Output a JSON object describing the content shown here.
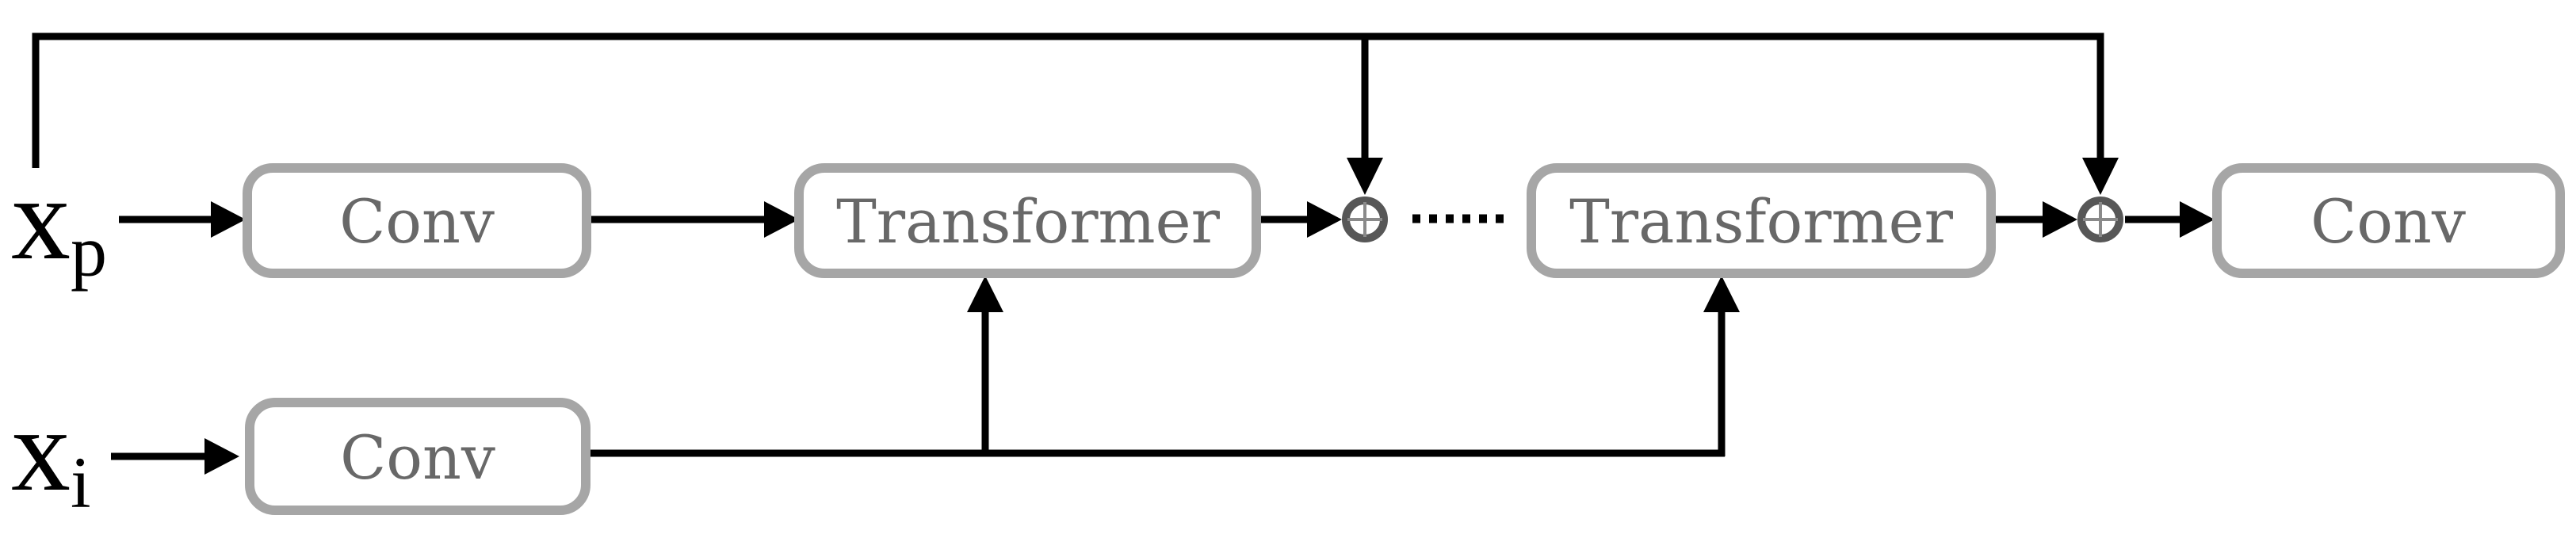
{
  "diagram": {
    "description": "Two-stream network diagram: inputs x_p and x_i pass through Conv blocks; a chain of Transformer blocks with element-wise add (circled plus) fusion nodes; skip connection from x_p over the top into both add nodes; x_i Conv output feeds the bottoms of both Transformer blocks; final Conv output block.",
    "inputs": {
      "top": {
        "base": "x",
        "sub": "p"
      },
      "bottom": {
        "base": "x",
        "sub": "i"
      }
    },
    "blocks": {
      "conv_top": "Conv",
      "transformer_1": "Transformer",
      "transformer_2": "Transformer",
      "conv_out": "Conv",
      "conv_bottom": "Conv"
    },
    "icons": {
      "add_1": "⊕",
      "add_2": "⊕",
      "ellipsis": "······"
    },
    "ellipsis_dot_count": 6,
    "colors": {
      "background": "#ffffff",
      "wire": "#000000",
      "block_border": "#a6a6a6",
      "block_fill": "#ffffff",
      "block_text": "#686868",
      "add_ring": "#575757",
      "add_plus": "#8a8a8a",
      "input_text": "#000000"
    }
  }
}
